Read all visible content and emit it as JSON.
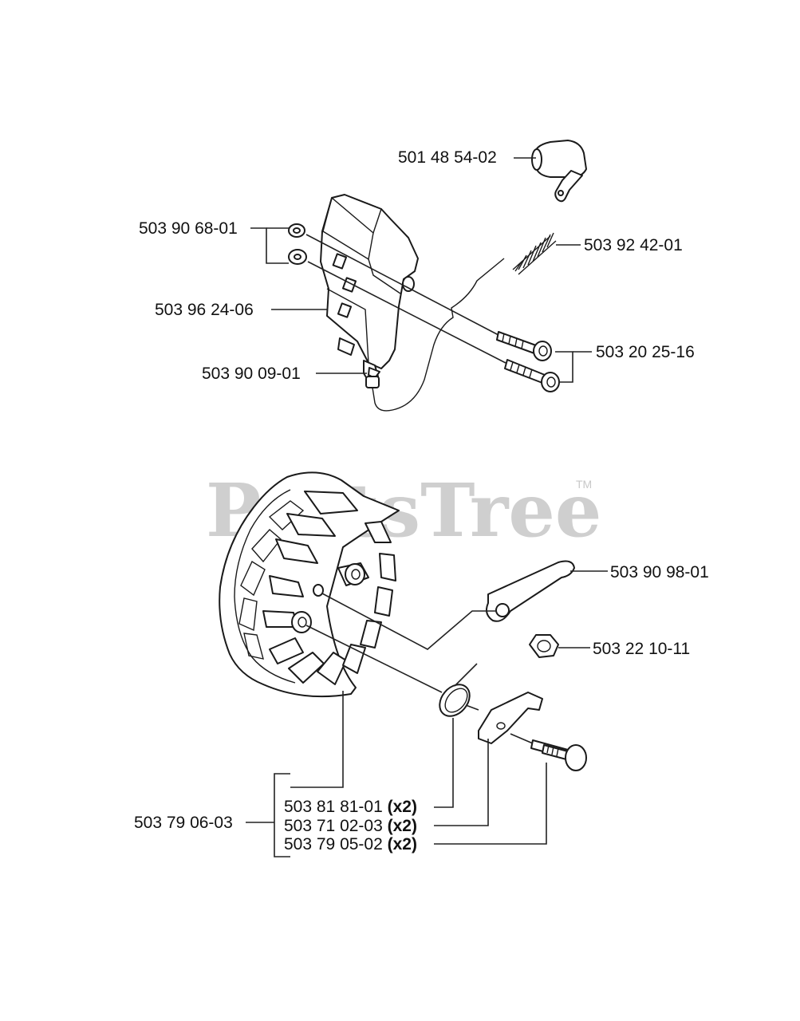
{
  "watermark": {
    "text": "PartsTree",
    "trademark": "TM"
  },
  "labels": {
    "ignition_lead_cap": "501 48 54-02",
    "spring": "503 92 42-01",
    "washers": "503 90 68-01",
    "ignition_module": "503 96 24-06",
    "cable_end": "503 90 09-01",
    "screws": "503 20 25-16",
    "flywheel_assembly": "503 79 06-03",
    "arm": "503 90 98-01",
    "nut": "503 22 10-11",
    "spring_pawl": {
      "part": "503 81 81-01",
      "qty": "(x2)"
    },
    "pawl": {
      "part": "503 71 02-03",
      "qty": "(x2)"
    },
    "pin": {
      "part": "503 79 05-02",
      "qty": "(x2)"
    }
  }
}
